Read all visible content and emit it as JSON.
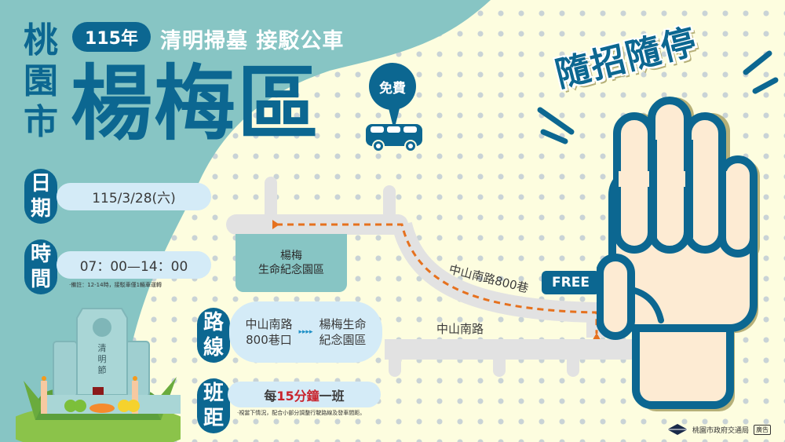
{
  "header": {
    "city_vertical": [
      "桃",
      "園",
      "市"
    ],
    "year_badge": "115年",
    "subtitle": "清明掃墓 接駁公車",
    "district": "楊梅區",
    "free_pin_label": "免費"
  },
  "info": {
    "date": {
      "badge": [
        "日",
        "期"
      ],
      "value": "115/3/28(六)"
    },
    "time": {
      "badge": [
        "時",
        "間"
      ],
      "value": "07：00—14：00",
      "note": "‧備註：12-14時，接駁車僅1輛車運轉"
    },
    "route": {
      "badge": [
        "路",
        "線"
      ],
      "from_line1": "中山南路",
      "from_line2": "800巷口",
      "arrows": "▸▸▸▸",
      "to_line1": "楊梅生命",
      "to_line2": "紀念園區"
    },
    "headway": {
      "badge": [
        "班",
        "距"
      ],
      "prefix": "每",
      "highlight": "15分鐘",
      "suffix": "一班",
      "note": "‧視當下情況，配合小部分調整行駛路線及發車間距。"
    }
  },
  "tombstone": {
    "inscription": [
      "清",
      "明",
      "節"
    ]
  },
  "map": {
    "cemetery_line1": "楊梅",
    "cemetery_line2": "生命紀念園區",
    "lane_label": "中山南路800巷",
    "road_label": "中山南路",
    "bus_label": "FREE"
  },
  "slogan": "隨招隨停",
  "footer": {
    "org": "桃園市政府交通局",
    "ad_tag": "廣告"
  },
  "colors": {
    "navy": "#0c6791",
    "teal": "#87c5c4",
    "cream": "#fdfddf",
    "pill": "#d4ebf7",
    "route_orange": "#e6711e",
    "highlight_red": "#c8232c",
    "skin": "#fdebd3"
  }
}
